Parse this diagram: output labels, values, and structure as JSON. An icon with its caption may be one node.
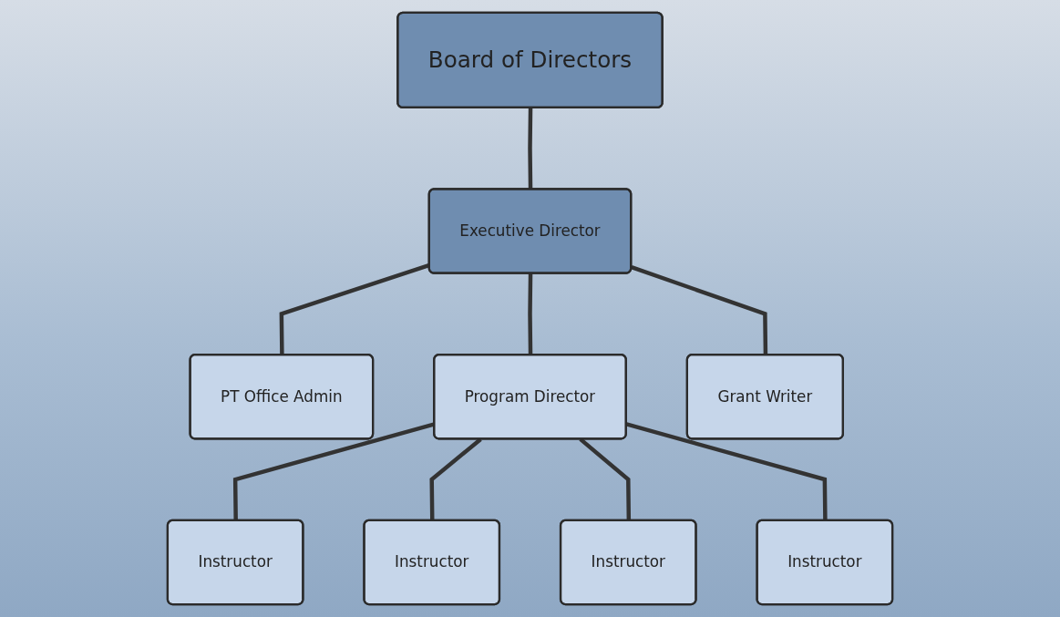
{
  "diagram": {
    "nodes": [
      {
        "text": [
          "Board of Directors"
        ]
      },
      {
        "text": [
          "Executive Director"
        ]
      },
      {
        "text": [
          "PT Office Admin"
        ]
      },
      {
        "text": [
          "Program Director"
        ]
      },
      {
        "text": [
          "Grant Writer"
        ]
      },
      {
        "text": [
          "Instructor"
        ]
      },
      {
        "text": [
          "Instructor"
        ]
      },
      {
        "text": [
          "Instructor"
        ]
      },
      {
        "text": [
          "Instructor"
        ]
      }
    ],
    "edges": [
      {
        "from": 0,
        "to": 1,
        "arrow": "none"
      },
      {
        "from": 1,
        "to": 2,
        "arrow": "none"
      },
      {
        "from": 1,
        "to": 3,
        "arrow": "none"
      },
      {
        "from": 1,
        "to": 4,
        "arrow": "none"
      },
      {
        "from": 3,
        "to": 5,
        "arrow": "none"
      },
      {
        "from": 3,
        "to": 6,
        "arrow": "none"
      },
      {
        "from": 3,
        "to": 7,
        "arrow": "none"
      },
      {
        "from": 3,
        "to": 8,
        "arrow": "none"
      }
    ]
  }
}
